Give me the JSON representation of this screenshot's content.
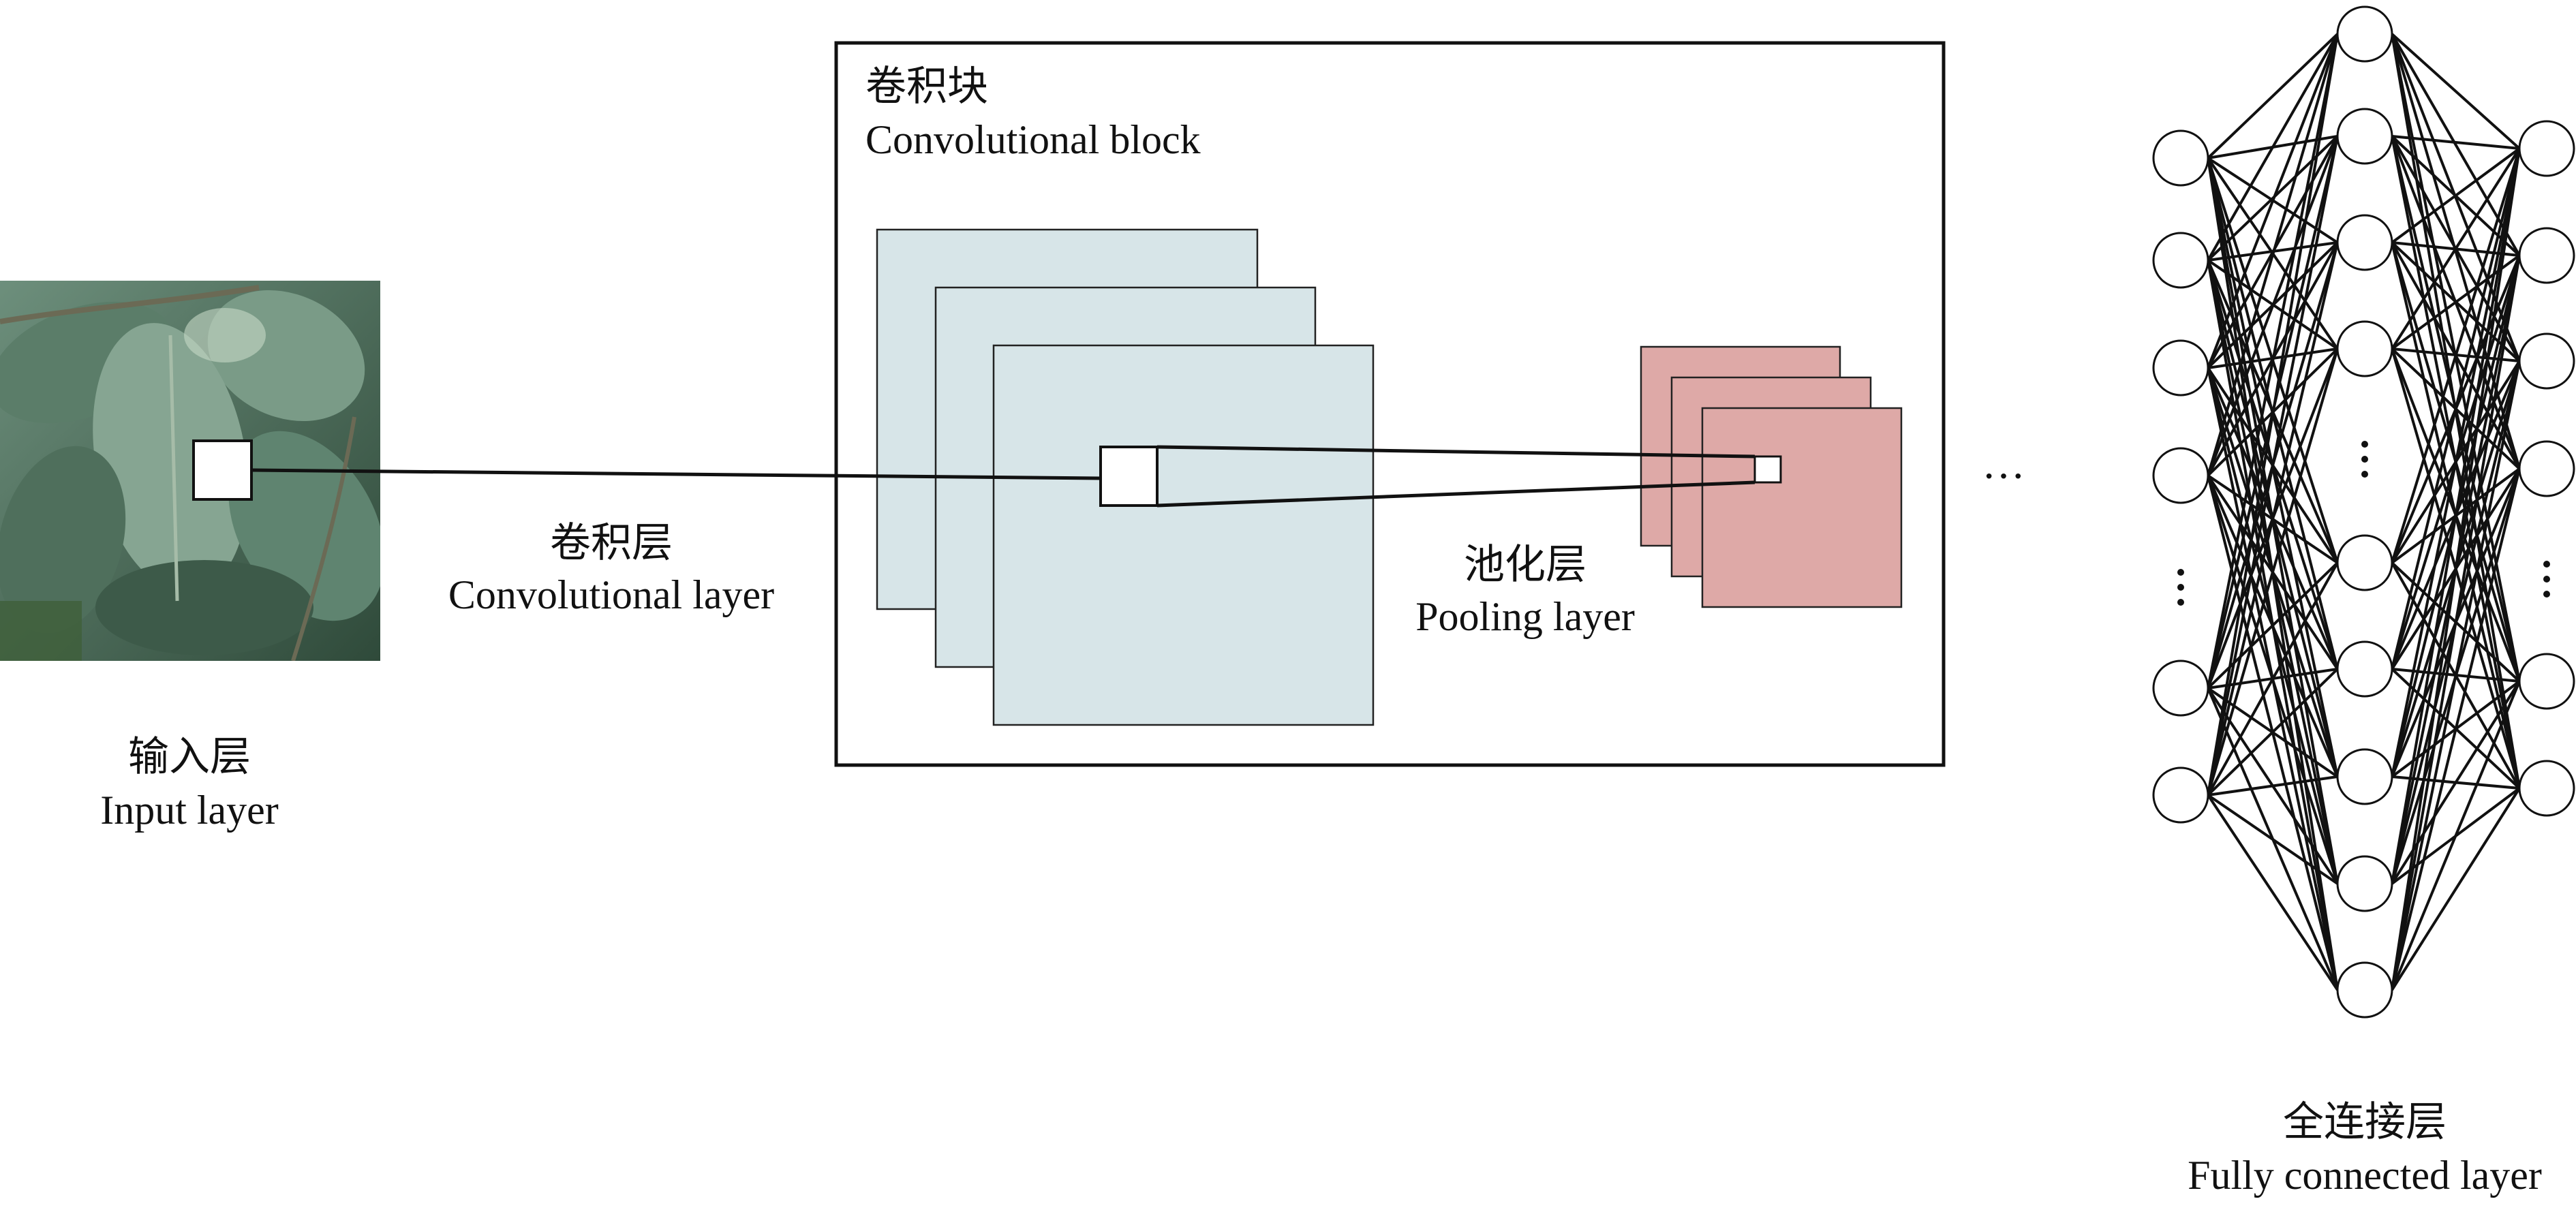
{
  "labels": {
    "input_cn": "输入层",
    "input_en": "Input layer",
    "conv_cn": "卷积层",
    "conv_en": "Convolutional layer",
    "block_cn": "卷积块",
    "block_en": "Convolutional block",
    "pool_cn": "池化层",
    "pool_en": "Pooling layer",
    "fc_cn": "全连接层",
    "fc_en": "Fully connected layer",
    "ellipsis": "···"
  },
  "colors": {
    "conv_map_fill": "#d7e5e8",
    "pool_map_fill": "#dea9a7",
    "stroke": "#111111",
    "leaf_dark": "#3f5c4a",
    "leaf_light": "#7f9d8a"
  },
  "icons": {
    "input_image": "apple-leaf-photo"
  },
  "fc_network": {
    "left_layer_visible_nodes": 6,
    "middle_layer_visible_nodes": 9,
    "right_layer_visible_nodes": 6
  }
}
